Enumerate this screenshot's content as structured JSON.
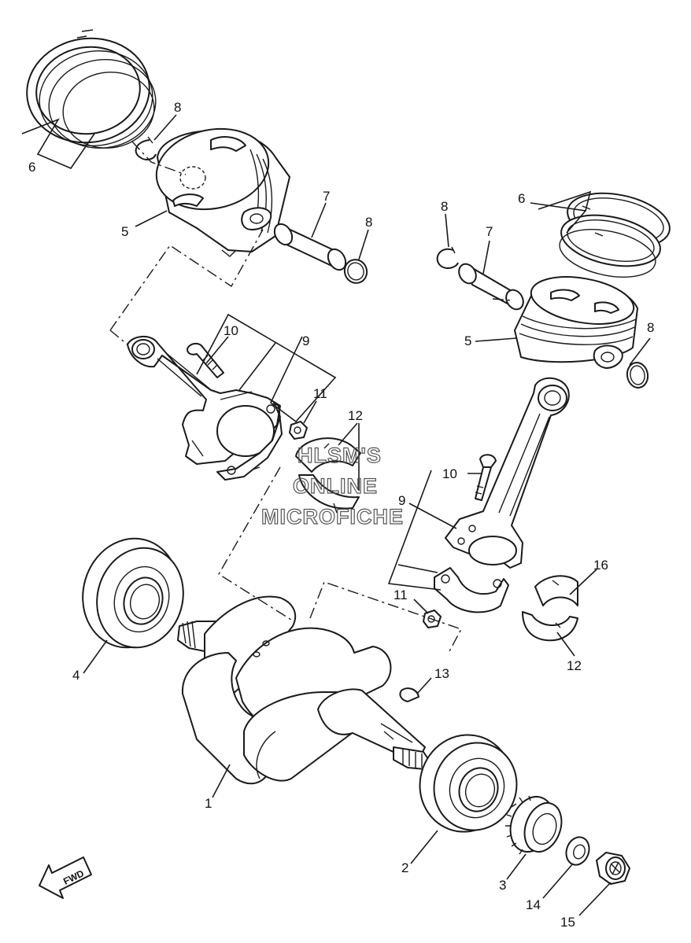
{
  "watermark": {
    "line1": "HLSM'S",
    "line2": "ONLINE",
    "line3": "MICROFICHE"
  },
  "direction_marker": {
    "label": "FWD"
  },
  "callouts": [
    {
      "id": "c1",
      "text": "1"
    },
    {
      "id": "c2",
      "text": "2"
    },
    {
      "id": "c3",
      "text": "3"
    },
    {
      "id": "c4",
      "text": "4"
    },
    {
      "id": "c5a",
      "text": "5"
    },
    {
      "id": "c5b",
      "text": "5"
    },
    {
      "id": "c6a",
      "text": "6"
    },
    {
      "id": "c6b",
      "text": "6"
    },
    {
      "id": "c7a",
      "text": "7"
    },
    {
      "id": "c7b",
      "text": "7"
    },
    {
      "id": "c8a",
      "text": "8"
    },
    {
      "id": "c8b",
      "text": "8"
    },
    {
      "id": "c8c",
      "text": "8"
    },
    {
      "id": "c8d",
      "text": "8"
    },
    {
      "id": "c9a",
      "text": "9"
    },
    {
      "id": "c9b",
      "text": "9"
    },
    {
      "id": "c10a",
      "text": "10"
    },
    {
      "id": "c10b",
      "text": "10"
    },
    {
      "id": "c11a",
      "text": "11"
    },
    {
      "id": "c11b",
      "text": "11"
    },
    {
      "id": "c12a",
      "text": "12"
    },
    {
      "id": "c12b",
      "text": "12"
    },
    {
      "id": "c13",
      "text": "13"
    },
    {
      "id": "c14",
      "text": "14"
    },
    {
      "id": "c15",
      "text": "15"
    },
    {
      "id": "c16",
      "text": "16"
    }
  ]
}
